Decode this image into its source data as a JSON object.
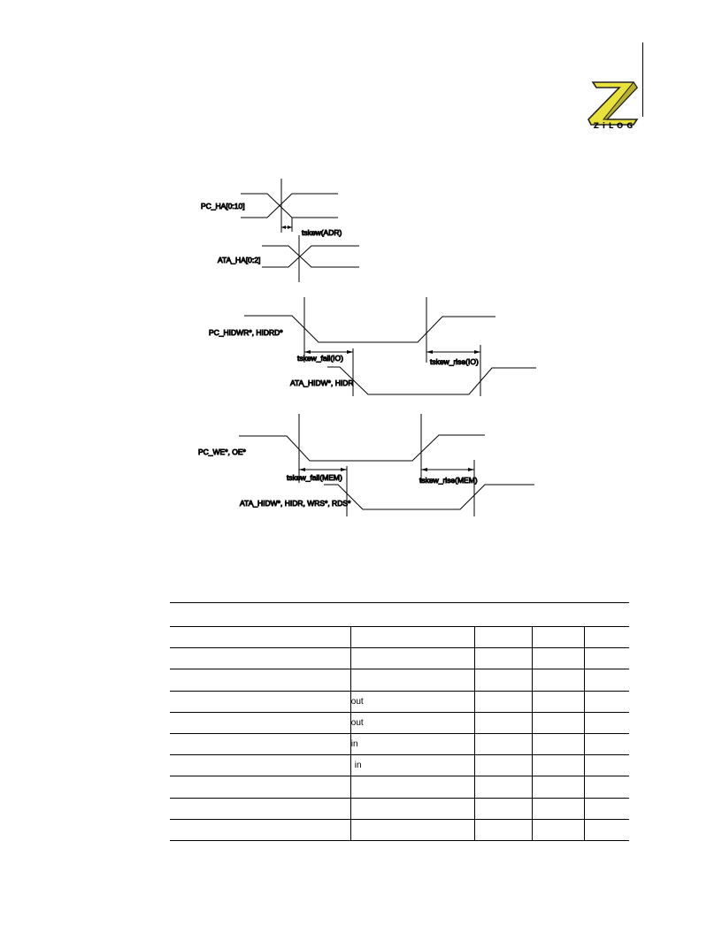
{
  "logo": {
    "letter": "Z",
    "wordmark": "ZiLOG"
  },
  "diagram": {
    "labels": {
      "pc_ha": "PC_HA[0:10]",
      "tskew_adr": "tskew(ADR)",
      "ata_ha": "ATA_HA[0:2]",
      "pc_hidwr": "PC_HIDWR*, HIDRD*",
      "tskew_fall_io": "tskew_fall(IO)",
      "tskew_rise_io": "tskew_rise(IO)",
      "ata_hidw_io": "ATA_HIDW*, HIDR",
      "pc_we": "PC_WE*, OE*",
      "tskew_fall_mem": "tskew_fall(MEM)",
      "tskew_rise_mem": "tskew_rise(MEM)",
      "ata_hidw_mem": "ATA_HIDW*, HIDR, WRS*, RDS*"
    }
  },
  "table": {
    "rows": [
      [
        "",
        "",
        "",
        "",
        ""
      ],
      [
        "",
        "",
        "",
        "",
        ""
      ],
      [
        "",
        "",
        "",
        "",
        ""
      ],
      [
        "",
        "out",
        "",
        "",
        ""
      ],
      [
        "",
        "out",
        "",
        "",
        ""
      ],
      [
        "",
        "in",
        "",
        "",
        ""
      ],
      [
        "",
        "in",
        "",
        "",
        ""
      ],
      [
        "",
        "",
        "",
        "",
        ""
      ],
      [
        "",
        "",
        "",
        "",
        ""
      ],
      [
        "",
        "",
        "",
        "",
        ""
      ]
    ]
  }
}
